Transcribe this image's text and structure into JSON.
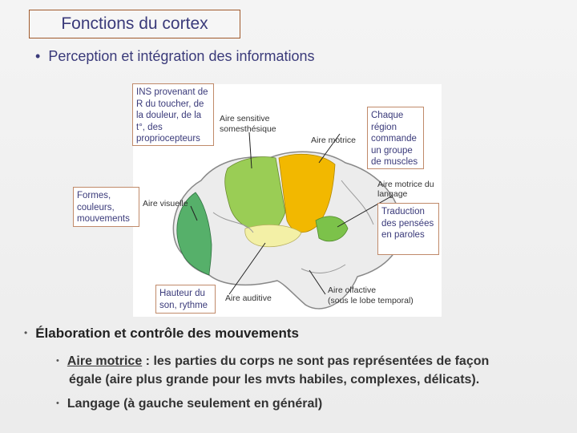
{
  "title": "Fonctions du cortex",
  "bullet_perception": "Perception et intégration des informations",
  "diagram": {
    "labels": {
      "sensitive_1": "Aire sensitive",
      "sensitive_2": "somesthésique",
      "motor": "Aire motrice",
      "language_1": "Aire motrice du",
      "language_2": "langage",
      "visual": "Aire visuelle",
      "auditory": "Aire auditive",
      "olfactory_1": "Aire olfactive",
      "olfactory_2": "(sous le lobe temporal)"
    },
    "callouts": {
      "touch": "INS provenant de R du toucher, de la douleur, de la t°, des propriocepteurs",
      "muscles": "Chaque région commande un groupe de muscles",
      "shapes": "Formes, couleurs, mouvements",
      "translation": "Traduction des pensées en paroles",
      "sound": "Hauteur du son, rythme"
    },
    "colors": {
      "sensitive": "#9acd55",
      "motor": "#f2b800",
      "visual": "#56b06a",
      "auditory": "#f3f0a6",
      "language": "#7cc24a"
    }
  },
  "bullet_elaboration": "Élaboration et contrôle des mouvements",
  "sub_motor_term": "Aire motrice",
  "sub_motor_rest_1": " : les parties du corps ne sont pas représentées de façon",
  "sub_motor_rest_2": "égale (aire plus grande pour les mvts habiles, complexes, délicats).",
  "sub_language": "Langage (à gauche seulement en général)"
}
